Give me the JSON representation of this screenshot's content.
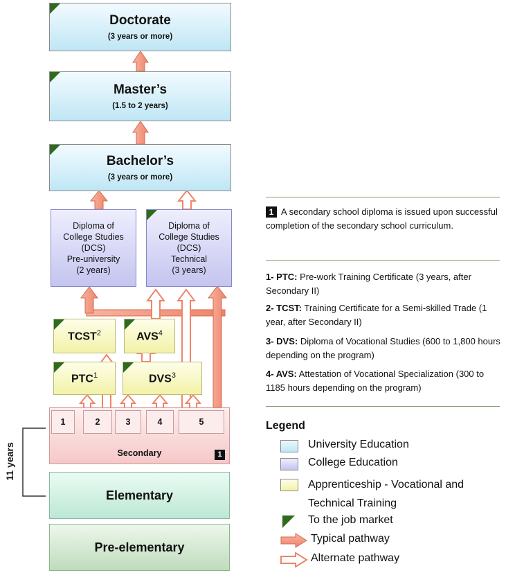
{
  "diagram": {
    "doctorate": {
      "title": "Doctorate",
      "duration": "(3 years or more)"
    },
    "masters": {
      "title": "Master’s",
      "duration": "(1.5 to 2 years)"
    },
    "bachelors": {
      "title": "Bachelor’s",
      "duration": "(3 years or more)"
    },
    "dcs_preuniversity": {
      "lines": [
        "Diploma of",
        "College Studies",
        "(DCS)",
        "Pre-university",
        "(2 years)"
      ]
    },
    "dcs_technical": {
      "lines": [
        "Diploma of",
        "College Studies",
        "(DCS)",
        "Technical",
        "(3 years)"
      ]
    },
    "tcst": {
      "label": "TCST",
      "note": "2"
    },
    "avs": {
      "label": "AVS",
      "note": "4"
    },
    "ptc": {
      "label": "PTC",
      "note": "1"
    },
    "dvs": {
      "label": "DVS",
      "note": "3"
    },
    "secondary": {
      "label": "Secondary",
      "badge": "1",
      "grades": [
        "1",
        "2",
        "3",
        "4",
        "5"
      ]
    },
    "elementary": {
      "label": "Elementary"
    },
    "preelementary": {
      "label": "Pre-elementary"
    },
    "bracket_label": "11 years"
  },
  "notes": {
    "badge": "1",
    "diploma_note": "A secondary school diploma is issued upon successful completion of the secondary school curriculum.",
    "items": [
      {
        "abbr": "1- PTC:",
        "text": "Pre-work Training Certificate (3 years, after Secondary II)"
      },
      {
        "abbr": "2- TCST:",
        "text": "Training Certificate for a Semi-skilled Trade (1 year, after Secondary II)"
      },
      {
        "abbr": "3- DVS:",
        "text": "Diploma of Vocational Studies (600 to 1,800 hours depending on the program)"
      },
      {
        "abbr": "4- AVS:",
        "text": "Attestation of Vocational Specialization (300 to 1185 hours depending on the program)"
      }
    ]
  },
  "legend": {
    "title": "Legend",
    "items": [
      {
        "label": "University Education",
        "color": "#bfe6f5"
      },
      {
        "label": "College Education",
        "color": "#c4c4ef"
      },
      {
        "label": "Apprenticeship - Vocational and Technical Training",
        "color": "#f2f2a8"
      },
      {
        "label": "To the job market",
        "icon": "job-market-flag-icon"
      },
      {
        "label": "Typical pathway",
        "icon": "solid-arrow-icon",
        "color": "#f2937a"
      },
      {
        "label": "Alternate pathway",
        "icon": "outline-arrow-icon",
        "color": "#f2937a"
      }
    ]
  }
}
